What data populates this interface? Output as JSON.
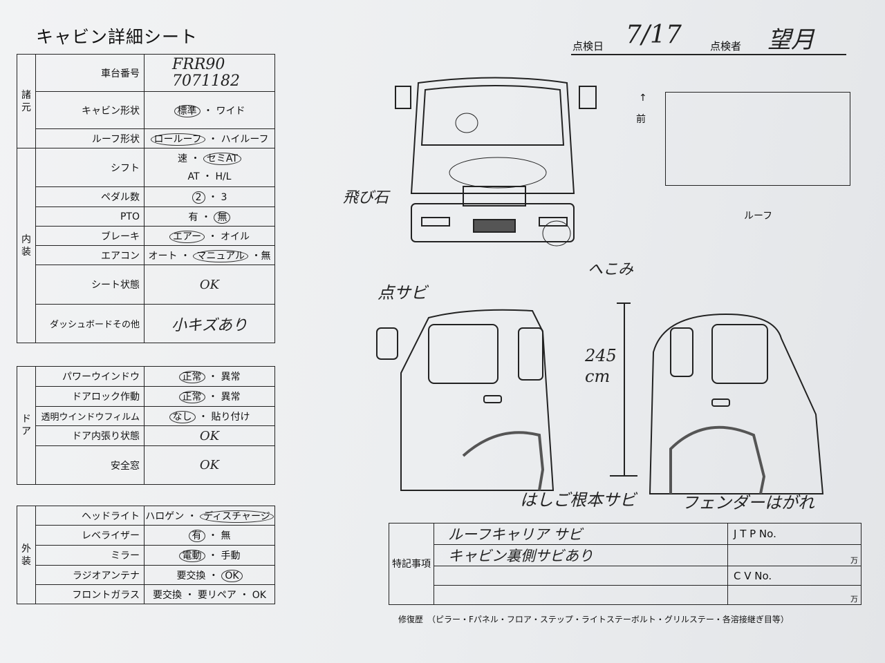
{
  "title": "キャビン詳細シート",
  "header": {
    "date_label": "点検日",
    "date_value": "7/17",
    "inspector_label": "点検者",
    "inspector_value": "望月"
  },
  "specs": {
    "group_label": "諸元",
    "rows": [
      {
        "label": "車台番号",
        "value": "FRR90 7071182"
      },
      {
        "label": "キャビン形状",
        "option_a": "標準",
        "sep": "・",
        "option_b": "ワイド"
      },
      {
        "label": "ルーフ形状",
        "option_a": "ロールーフ",
        "sep": "・",
        "option_b": "ハイルーフ"
      }
    ]
  },
  "interior": {
    "group_label": "内装",
    "rows": [
      {
        "label": "シフト",
        "line1_a": "速",
        "line1_sep": "・",
        "line1_b": "セミAT",
        "line2": "AT ・ H/L"
      },
      {
        "label": "ペダル数",
        "option_a": "2",
        "sep": "・",
        "option_b": "3"
      },
      {
        "label": "PTO",
        "option_a": "有",
        "sep": "・",
        "option_b": "無"
      },
      {
        "label": "ブレーキ",
        "option_a": "エアー",
        "sep": "・",
        "option_b": "オイル"
      },
      {
        "label": "エアコン",
        "option_a": "オート",
        "sep": "・",
        "option_b": "マニュアル",
        "option_c": "・無"
      },
      {
        "label": "シート状態",
        "value": "OK"
      },
      {
        "label": "ダッシュボードその他",
        "value": "小キズあり"
      }
    ]
  },
  "door": {
    "group_label": "ドア",
    "rows": [
      {
        "label": "パワーウインドウ",
        "option_a": "正常",
        "sep": "・",
        "option_b": "異常"
      },
      {
        "label": "ドアロック作動",
        "option_a": "正常",
        "sep": "・",
        "option_b": "異常"
      },
      {
        "label": "透明ウインドウフィルム",
        "option_a": "なし",
        "sep": "・",
        "option_b": "貼り付け"
      },
      {
        "label": "ドア内張り状態",
        "value": "OK"
      },
      {
        "label": "安全窓",
        "value": "OK"
      }
    ]
  },
  "exterior": {
    "group_label": "外装",
    "rows": [
      {
        "label": "ヘッドライト",
        "option_a": "ハロゲン",
        "sep": "・",
        "option_b": "ディスチャージ"
      },
      {
        "label": "レベライザー",
        "option_a": "有",
        "sep": "・",
        "option_b": "無"
      },
      {
        "label": "ミラー",
        "option_a": "電動",
        "sep": "・",
        "option_b": "手動"
      },
      {
        "label": "ラジオアンテナ",
        "option_a": "要交換",
        "sep": "・",
        "option_b": "OK"
      },
      {
        "label": "フロントガラス",
        "option_a": "要交換",
        "sep": "・",
        "option_b": "要リペア ・ OK"
      }
    ]
  },
  "diagram": {
    "front_arrow": "↑",
    "front_label": "前",
    "roof_label": "ルーフ",
    "notes": {
      "chip": "飛び石",
      "dent": "へこみ",
      "spot_rust": "点サビ",
      "ladder_rust": "はしご根本サビ",
      "fender_peel": "フェンダーはがれ",
      "height": "245 cm"
    }
  },
  "remarks": {
    "label": "特記事項",
    "lines": [
      "ルーフキャリア サビ",
      "キャビン裏側サビあり"
    ],
    "jtp_label": "J T P No.",
    "cv_label": "C V No.",
    "unit": "万"
  },
  "repair_history": "修復歴　（ピラー・Fパネル・フロア・ステップ・ライトステーボルト・グリルステー・各溶接継ぎ目等）"
}
